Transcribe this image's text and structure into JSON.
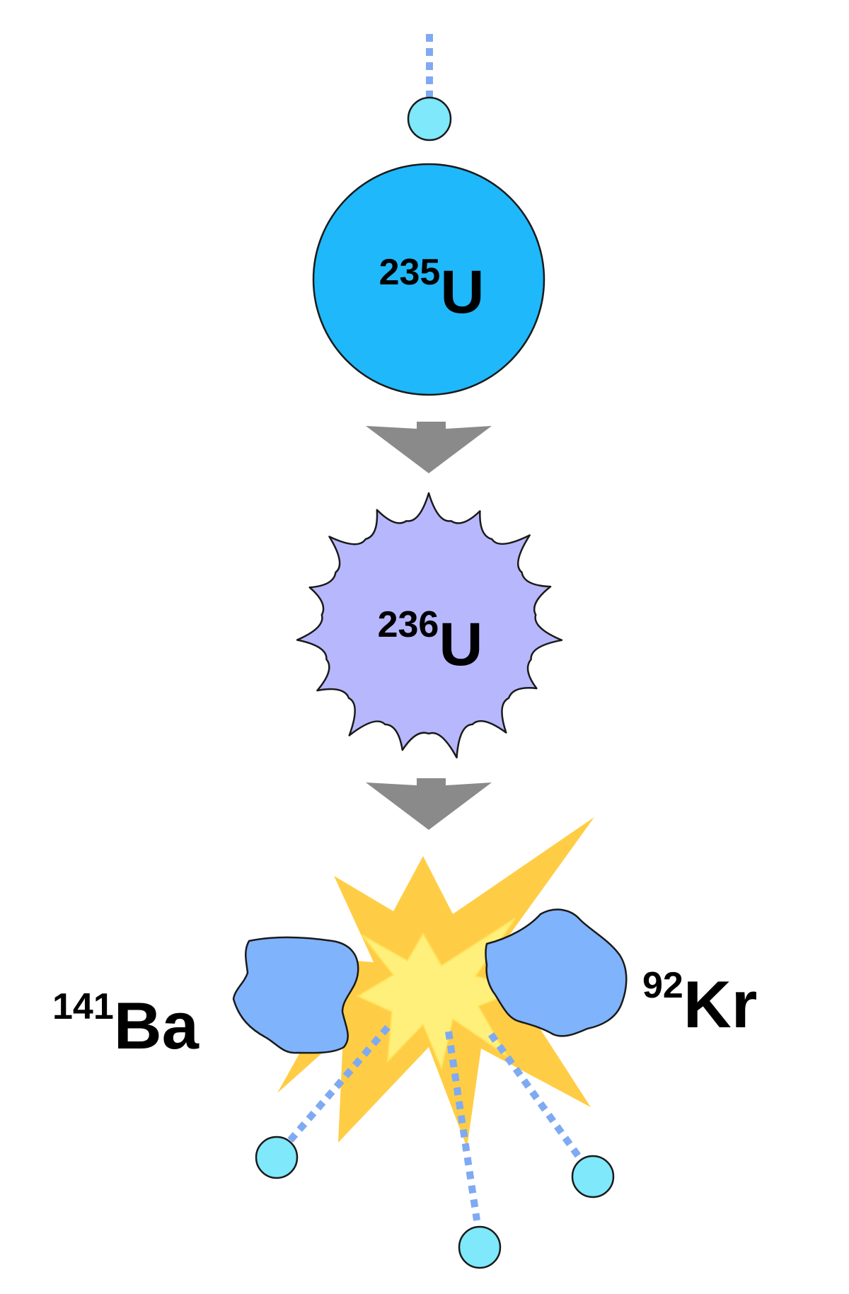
{
  "diagram": {
    "colors": {
      "neutron_fill": "#7fe8fb",
      "neutron_path": "#7faaf3",
      "u235_fill": "#1fb8fb",
      "u236_fill": "#b7b7fd",
      "fragment_fill": "#7fb3fb",
      "arrow": "#8a8a8a",
      "burst_outer": "#ffcd45",
      "burst_inner": "#fff07c"
    },
    "nuclei": {
      "u235": {
        "mass": "235",
        "symbol": "U"
      },
      "u236": {
        "mass": "236",
        "symbol": "U"
      },
      "ba141": {
        "mass": "141",
        "symbol": "Ba"
      },
      "kr92": {
        "mass": "92",
        "symbol": "Kr"
      }
    }
  }
}
